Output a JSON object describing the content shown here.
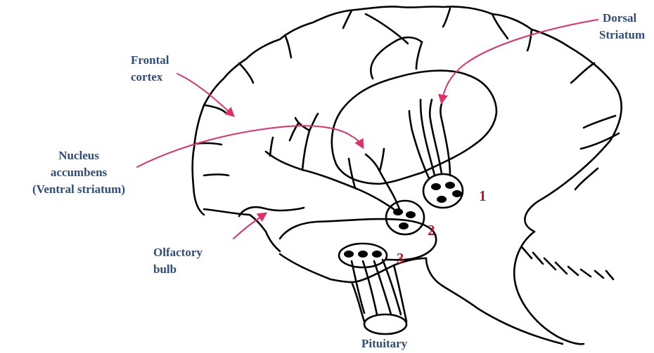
{
  "labels": {
    "frontal_cortex": [
      "Frontal",
      "cortex"
    ],
    "dorsal_striatum": [
      "Dorsal",
      "Striatum"
    ],
    "nucleus_accumbens": [
      "Nucleus",
      "accumbens",
      "(Ventral striatum)"
    ],
    "olfactory_bulb": [
      "Olfactory",
      "bulb"
    ],
    "pituitary": "Pituitary"
  },
  "nuclei": [
    "1",
    "2",
    "3"
  ],
  "colors": {
    "label": "#2f4b7c",
    "number": "#c0182b",
    "arrow": "#e0306a",
    "outline": "#000000"
  }
}
